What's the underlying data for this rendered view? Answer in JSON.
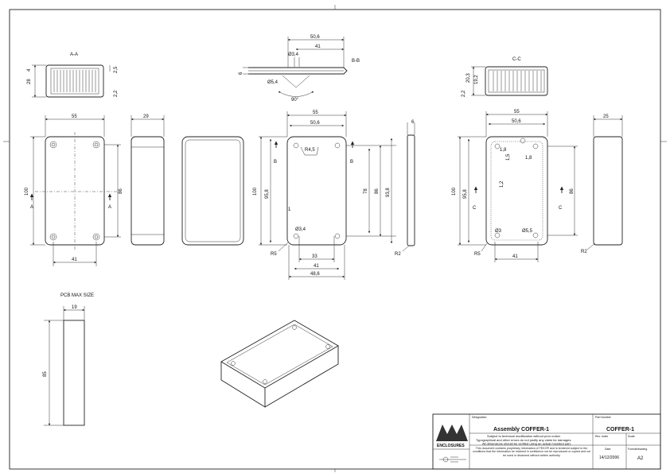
{
  "views": {
    "aa": {
      "title": "A-A",
      "d_4": "4",
      "d_28": "28",
      "d_25": "2,5",
      "d_22": "2,2"
    },
    "bb": {
      "title": "B-B",
      "d_506": "50,6",
      "d_41": "41",
      "d_34": "Ø3,4",
      "d_54": "Ø5,4",
      "d_6": "6",
      "angle": "90°"
    },
    "cc": {
      "title": "C-C",
      "d_22": "2,2",
      "d_203": "20,3",
      "d_192": "19,2"
    },
    "front": {
      "w55": "55",
      "w41": "41",
      "h100": "100",
      "h86": "86",
      "sec_a": "A"
    },
    "side1": {
      "w29": "29"
    },
    "inner": {
      "w55": "55",
      "w506": "50,6",
      "r45": "R4,5",
      "h100": "100",
      "h958": "95,8",
      "h78": "78",
      "h86": "86",
      "h938": "93,8",
      "d_1": "1",
      "d_34": "Ø3,4",
      "r5": "R5",
      "r2": "R2",
      "w33": "33",
      "w41": "41",
      "w486": "48,6",
      "d_6": "6",
      "sec_b": "B"
    },
    "pcb": {
      "w506": "50,6",
      "w55": "55",
      "d_18": "1,8",
      "d_18b": "1,8",
      "d_15": "1,5",
      "d_12": "1,2",
      "h100": "100",
      "h958": "95,8",
      "h86": "86",
      "d_3": "Ø3",
      "d_55": "Ø5,5",
      "w41": "41",
      "r5": "R5",
      "sec_c": "C"
    },
    "side2": {
      "w25": "25",
      "r2": "R2"
    }
  },
  "pcb_max": {
    "title": "PCB MAX SIZE",
    "w": "19",
    "h": "85"
  },
  "title_block": {
    "designation_label": "Désignation",
    "title": "Assembly COFFER-1",
    "part_number_label": "Part Number",
    "part_number": "COFFER-1",
    "note_1": "Subject to technical modification without prior notice.",
    "note_2": "Typographical and other errors do not justify any claim for damages.",
    "note_3": "All dimensions should be verified using an actual moulded part.",
    "rev_label": "Rev. index",
    "scale_label": "Scale",
    "brand": "ENCLOSURES",
    "legal": "This document contains proprietary information of TEKO® and is tendered subject to the conditions that the information be retained in confidence not be reproduced or copied and not be used or disclosed without written authority",
    "date_label": "Date",
    "date": "14/12/2006",
    "format_label": "Format/drawing",
    "format": "A2"
  }
}
